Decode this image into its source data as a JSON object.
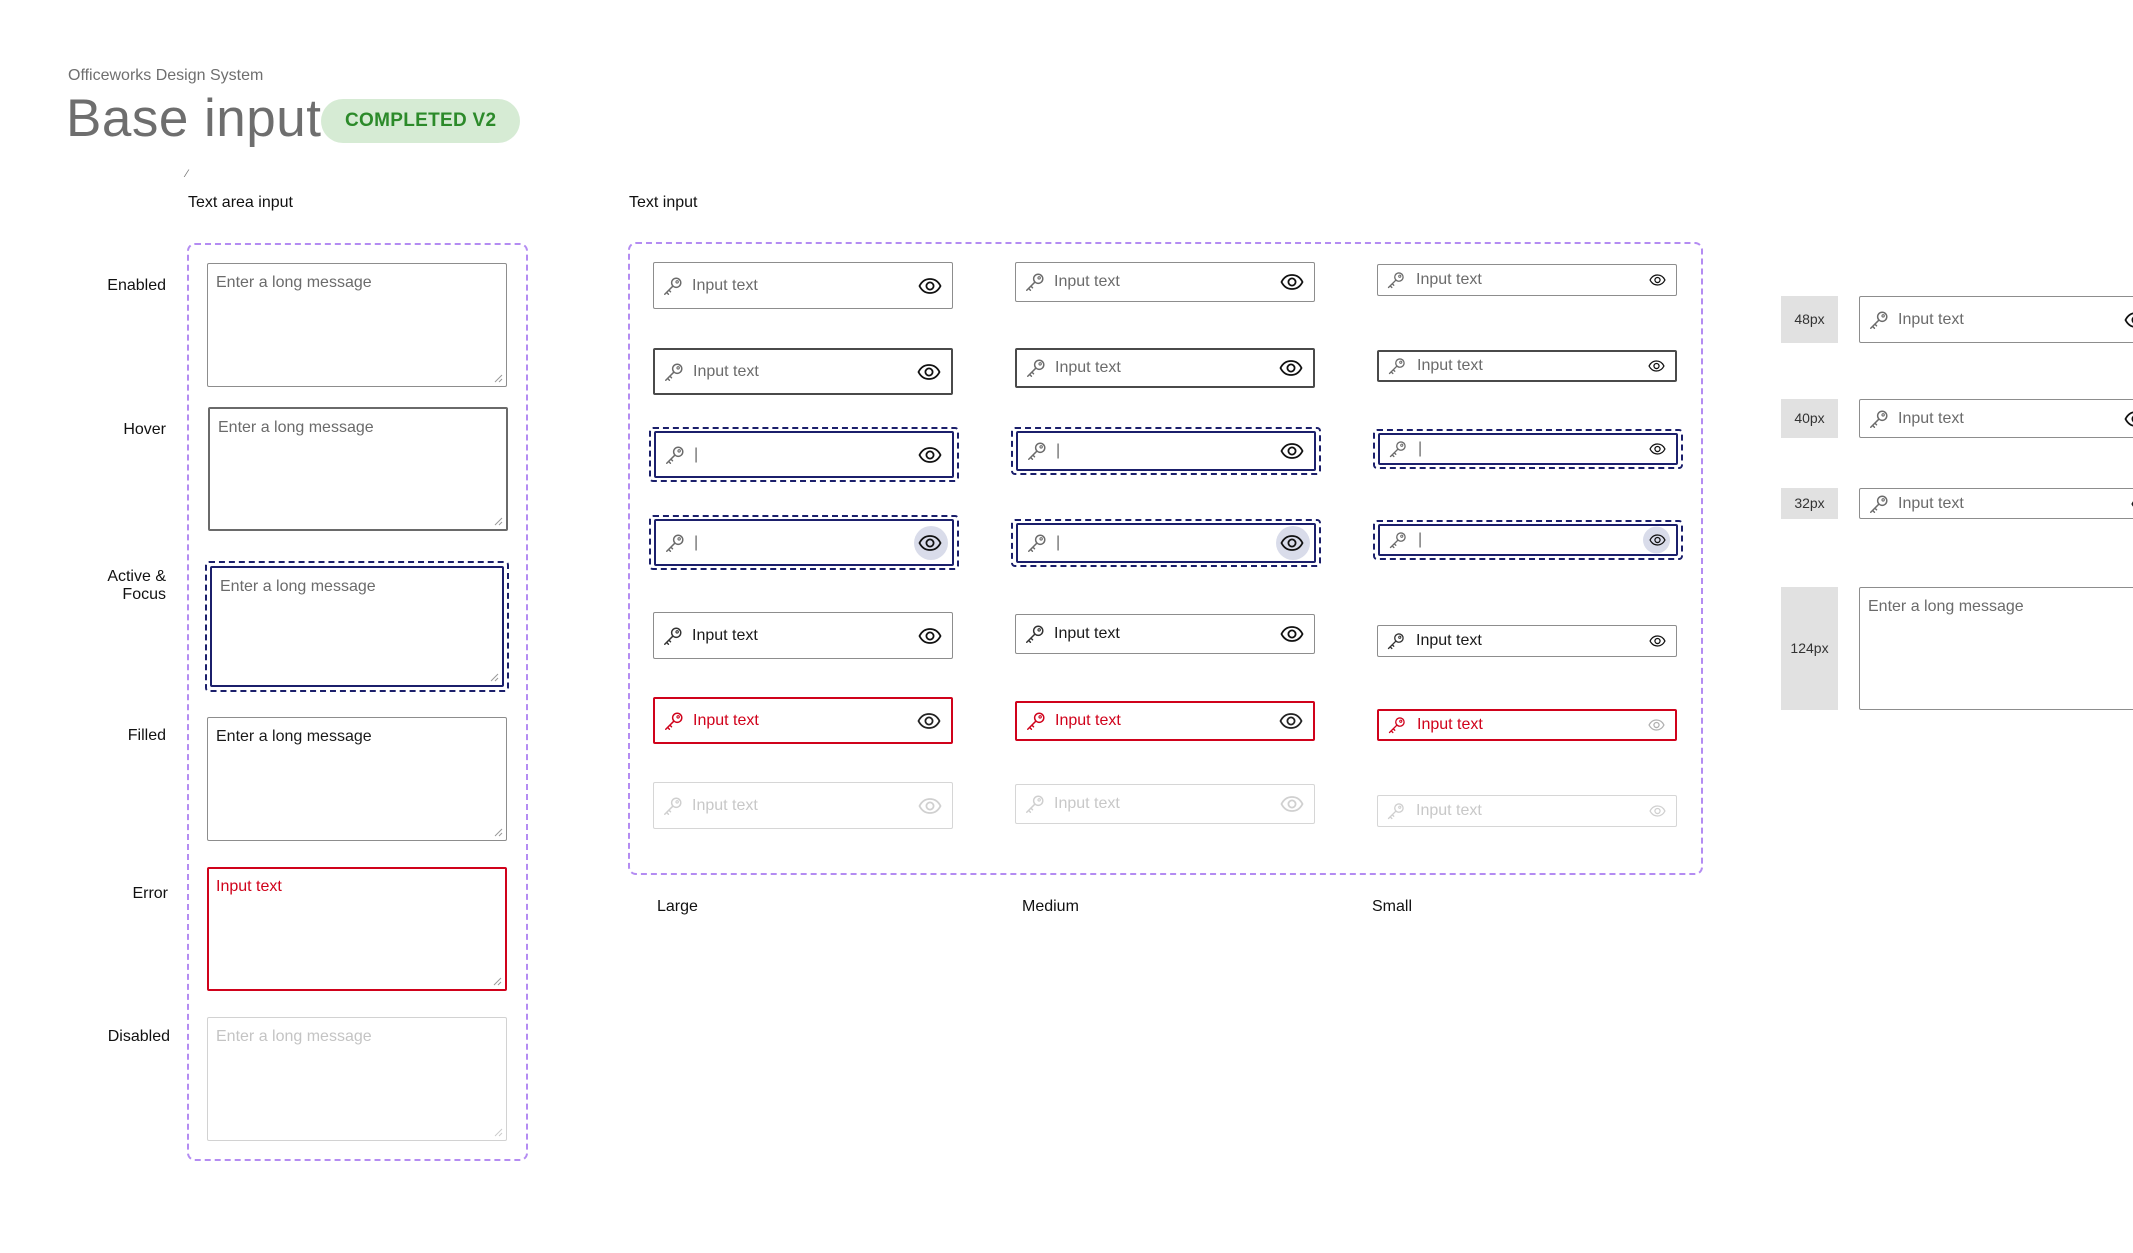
{
  "header": {
    "eyebrow": "Officeworks Design System",
    "title": "Base input",
    "badge": "COMPLETED V2",
    "resize_mark": "⁄"
  },
  "colors": {
    "frame": "#b48cf2",
    "focus": "#1b1f6b",
    "error": "#d0021b",
    "badge_bg": "#d6ebd4",
    "badge_text": "#2c8a2a"
  },
  "textarea_section": {
    "label": "Text area input",
    "states": [
      "Enabled",
      "Hover",
      "Active &\nFocus",
      "Filled",
      "Error",
      "Disabled"
    ],
    "items": [
      {
        "state": "enabled",
        "placeholder": "Enter a long message"
      },
      {
        "state": "hover",
        "placeholder": "Enter a long message"
      },
      {
        "state": "focus",
        "placeholder": "Enter a long message"
      },
      {
        "state": "filled",
        "placeholder": "Enter a long message"
      },
      {
        "state": "error",
        "placeholder": "Input text"
      },
      {
        "state": "disabled",
        "placeholder": "Enter a long message"
      }
    ]
  },
  "text_input_section": {
    "label": "Text input",
    "columns": [
      "Large",
      "Medium",
      "Small"
    ],
    "placeholder": "Input text",
    "cursor": "|"
  },
  "sizes": {
    "items": [
      "48px",
      "40px",
      "32px",
      "124px"
    ],
    "input_placeholder": "Input text",
    "textarea_placeholder": "Enter a long message"
  },
  "icons": [
    "key-icon",
    "eye-icon",
    "resize-grip-icon"
  ]
}
